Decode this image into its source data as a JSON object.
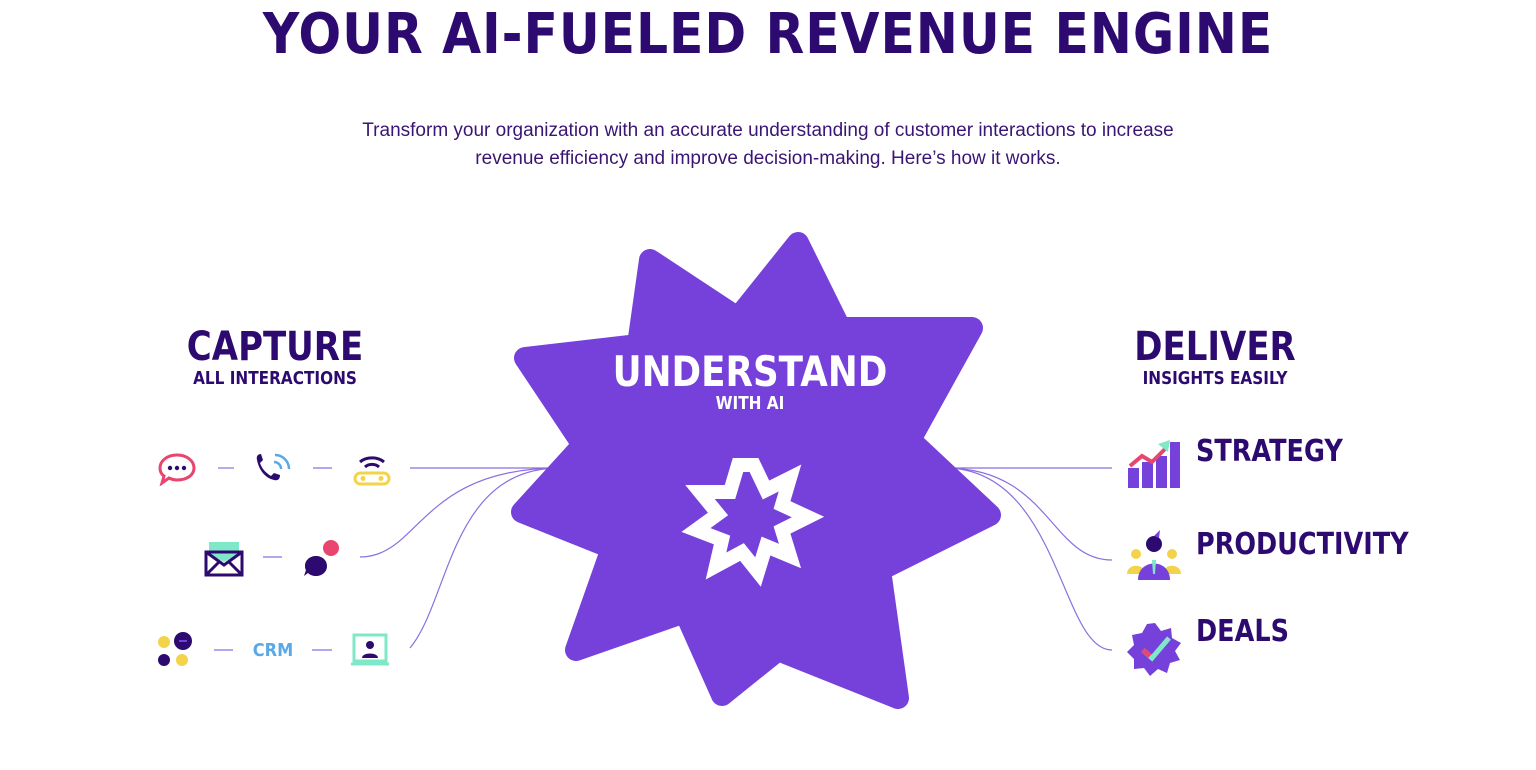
{
  "title": "YOUR AI-FUELED REVENUE ENGINE",
  "subtitle": {
    "line1": "Transform your organization with an accurate understanding of customer interactions to increase",
    "line2": "revenue efficiency and improve decision-making. Here’s how it works."
  },
  "capture": {
    "title": "CAPTURE",
    "subtitle": "ALL INTERACTIONS"
  },
  "understand": {
    "title": "UNDERSTAND",
    "subtitle": "WITH AI"
  },
  "deliver": {
    "title": "DELIVER",
    "subtitle": "INSIGHTS EASILY"
  },
  "inputs": {
    "crm_label": "CRM",
    "icons": [
      "chat-bubble-icon",
      "phone-call-icon",
      "voicemail-icon",
      "email-icon",
      "messaging-icon",
      "collaboration-icon",
      "crm-icon",
      "video-call-icon"
    ]
  },
  "outputs": [
    {
      "label": "STRATEGY",
      "icon": "growth-chart-icon"
    },
    {
      "label": "PRODUCTIVITY",
      "icon": "team-person-icon"
    },
    {
      "label": "DEALS",
      "icon": "check-badge-icon"
    }
  ],
  "colors": {
    "dark_purple": "#2d0a6f",
    "star_purple": "#7640db",
    "pink": "#e8456f",
    "blue": "#5aa8e6",
    "yellow": "#f3d34a",
    "mint": "#7ee8c8",
    "connector": "#8b6fe0"
  }
}
